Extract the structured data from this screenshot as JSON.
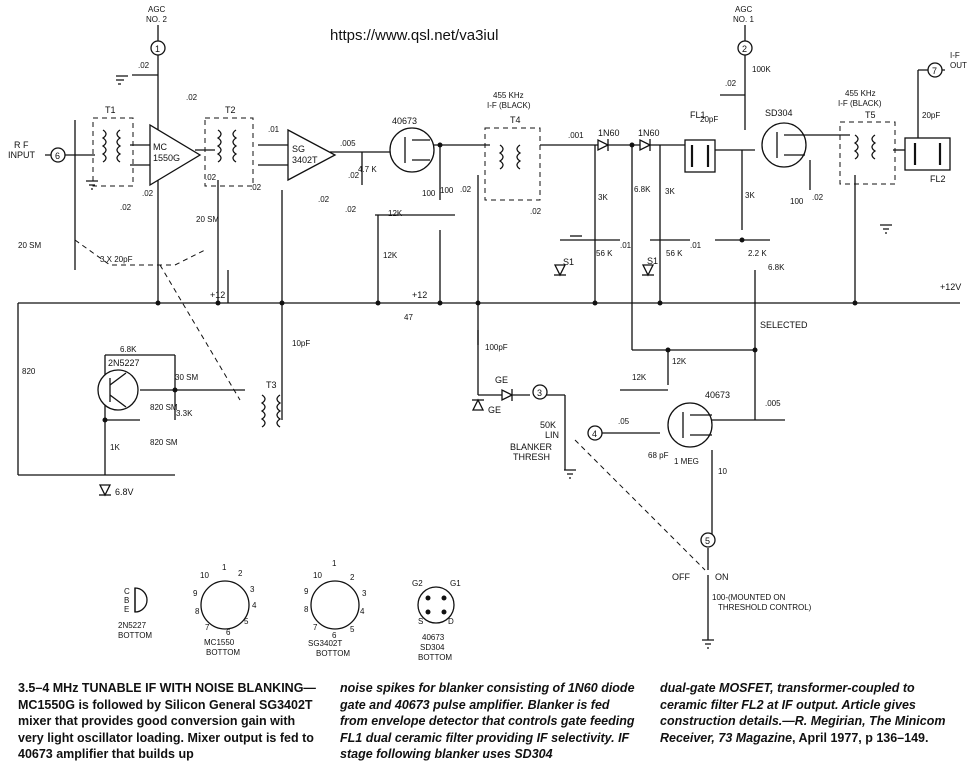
{
  "url": "https://www.qsl.net/va3iul",
  "terminals": {
    "agc2": [
      "AGC",
      "NO. 2"
    ],
    "agc1": [
      "AGC",
      "NO. 1"
    ],
    "rf_input": [
      "R F",
      "INPUT"
    ],
    "if_out": [
      "I-F",
      "OUT"
    ],
    "plus12v": "+12V"
  },
  "node_numbers": [
    "1",
    "2",
    "3",
    "4",
    "5",
    "6",
    "7"
  ],
  "components": {
    "mc1550g": [
      "MC",
      "1550G"
    ],
    "sg3402t": [
      "SG",
      "3402T"
    ],
    "mosfet1": "40673",
    "mosfet2": "40673",
    "sd304": "SD304",
    "t1": "T1",
    "t2": "T2",
    "t3": "T3",
    "t4": "T4",
    "t5": "T5",
    "fl1": "FL1",
    "fl2": "FL2",
    "t4_spec": [
      "455 KHz",
      "I-F (BLACK)"
    ],
    "t5_spec": [
      "455 KHz",
      "I-F (BLACK)"
    ],
    "osc_transistor": "2N5227",
    "zener": "6.8V",
    "diode_1n60_a": "1N60",
    "diode_1n60_b": "1N60",
    "diode_s1_a": "S1",
    "diode_s1_b": "S1",
    "diode_ge_a": "GE",
    "diode_ge_b": "GE",
    "pot_thresh": [
      "50K",
      "LIN"
    ],
    "blanker_thresh": [
      "BLANKER",
      "THRESH"
    ]
  },
  "values": [
    ".02",
    ".02",
    ".02",
    ".02",
    ".02",
    ".02",
    ".02",
    ".02",
    ".02",
    ".02",
    ".02",
    ".02",
    ".02",
    ".01",
    ".01",
    ".01",
    ".001",
    ".005",
    ".005",
    ".05",
    "20 SM",
    "20 SM",
    "3 X 20pF",
    "10pF",
    "100pF",
    "20pF",
    "20pF",
    "100K",
    "12K",
    "12K",
    "12K",
    "12K",
    "6.8K",
    "6.8K",
    "6.8K",
    "3K",
    "3K",
    "3K",
    "4.7 K",
    "100",
    "100",
    "100",
    "56 K",
    "56 K",
    "2.2 K",
    "47",
    "10",
    "68 pF",
    "1 MEG",
    "820",
    "1K",
    "3.3K",
    "820 SM",
    "820 SM",
    "30 SM"
  ],
  "bus_labels": [
    "+12",
    "+12"
  ],
  "selected": "SELECTED",
  "switch": {
    "off": "OFF",
    "on": "ON",
    "note": [
      "100-(MOUNTED ON",
      "THRESHOLD CONTROL)"
    ]
  },
  "pinouts": [
    {
      "name": "2N5227",
      "sub": "BOTTOM",
      "pins": [
        "C",
        "B",
        "E"
      ]
    },
    {
      "name": "MC1550",
      "sub": "BOTTOM",
      "pins": [
        "1",
        "2",
        "3",
        "4",
        "5",
        "6",
        "7",
        "8",
        "9",
        "10"
      ]
    },
    {
      "name": "SG3402T",
      "sub": "BOTTOM",
      "pins": [
        "1",
        "2",
        "3",
        "4",
        "5",
        "6",
        "7",
        "8",
        "9",
        "10"
      ]
    },
    {
      "name": "40673",
      "name2": "SD304",
      "sub": "BOTTOM",
      "pins": [
        "G2",
        "G1",
        "S",
        "D"
      ]
    }
  ],
  "caption": {
    "col1": "3.5–4 MHz TUNABLE IF WITH NOISE BLANKING—MC1550G is followed by Silicon General SG3402T mixer that provides good conversion gain with very light oscillator loading. Mixer output is fed to 40673 amplifier that builds up",
    "col2": "noise spikes for blanker consisting of 1N60 diode gate and 40673 pulse amplifier. Blanker is fed from envelope detector that controls gate feeding FL1 dual ceramic filter providing IF selectivity. IF stage following blanker uses SD304",
    "col3_a": "dual-gate MOSFET, transformer-coupled to ceramic filter FL2 at IF output. Article gives construction details.—R. Megirian, The Minicom Receiver, ",
    "col3_magazine": "73 Magazine",
    "col3_b": ", April 1977, p 136–149."
  }
}
